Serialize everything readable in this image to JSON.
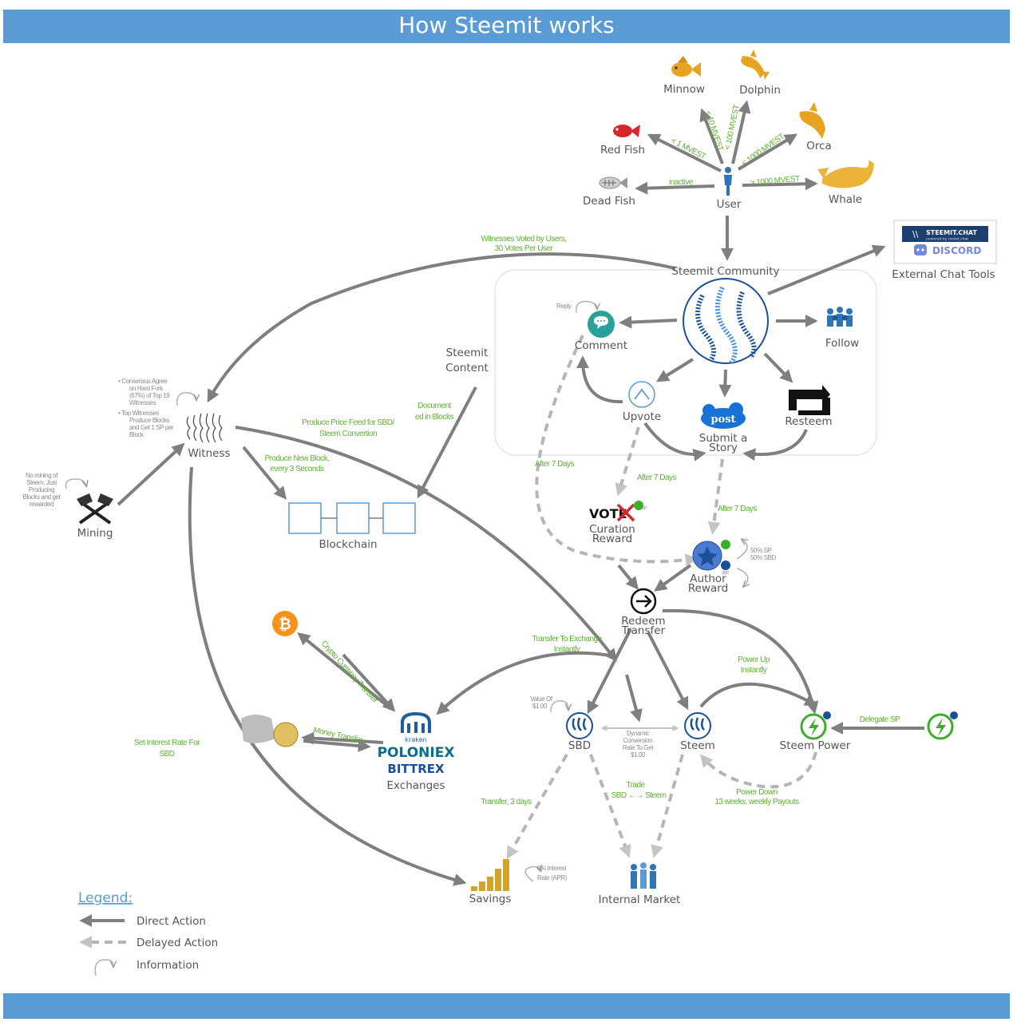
{
  "title": "How Steemit works",
  "nodes": {
    "minnow": "Minnow",
    "dolphin": "Dolphin",
    "red_fish": "Red Fish",
    "orca": "Orca",
    "dead_fish": "Dead Fish",
    "user": "User",
    "whale": "Whale",
    "steemit_community": "Steemit Community",
    "external_chat_tools": "External Chat Tools",
    "comment": "Comment",
    "follow": "Follow",
    "steemit_content_1": "Steemit",
    "steemit_content_2": "Content",
    "upvote": "Upvote",
    "resteem": "Resteem",
    "submit_story_1": "Submit a",
    "submit_story_2": "Story",
    "witness": "Witness",
    "mining": "Mining",
    "blockchain": "Blockchain",
    "curation_reward_1": "Curation",
    "curation_reward_2": "Reward",
    "author_reward_1": "Author",
    "author_reward_2": "Reward",
    "redeem_transfer_1": "Redeem",
    "redeem_transfer_2": "Transfer",
    "exchanges": "Exchanges",
    "sbd": "SBD",
    "steem": "Steem",
    "steem_power": "Steem Power",
    "savings": "Savings",
    "internal_market": "Internal Market"
  },
  "logos": {
    "steemit_chat": "STEEMIT.CHAT",
    "steemit_chat_sub": "powered by rocket.chat",
    "discord": "DISCORD",
    "post": "post",
    "vote": "VOTE",
    "kraken": "kraken",
    "poloniex": "POLONIEX",
    "bittrex": "BITTREX"
  },
  "edge_labels": {
    "lt1mvest": "< 1 MVEST",
    "lt10mvest": "< 10 MVEST",
    "lt100mvest": "< 100 MVEST",
    "lt1000mvest": "< 1000 MVEST",
    "gt1000mvest": "> 1000 MVEST",
    "inactive": "inactive",
    "witness_voted_1": "Witnesses Voted by Users,",
    "witness_voted_2": "30 Votes Per User",
    "document_1": "Document",
    "document_2": "ed in Blocks",
    "price_feed_1": "Produce Price Feed for SBD/",
    "price_feed_2": "Steem Convertion",
    "new_block_1": "Produce New Block,",
    "new_block_2": "every 3 Seconds",
    "after7_comment": "After 7 Days",
    "after7_upvote": "After 7 Days",
    "after7_story": "After 7 Days",
    "transfer_exchange_1": "Transfer To Exchange",
    "transfer_exchange_2": "Instantly",
    "crypto_transfer": "Crypto Currency Transfer",
    "money_transfer": "Money Transfer",
    "power_up_1": "Power Up",
    "power_up_2": "Instantly",
    "delegate_sp": "Delegate SP",
    "interest_1": "Set Interest Rate For",
    "interest_2": "SBD",
    "transfer_3days": "Transfer, 3 days",
    "trade_1": "Trade",
    "trade_2": "SBD ←→ Steem",
    "power_down_1": "Power Down",
    "power_down_2": "13 weeks, weekly Payouts"
  },
  "info_labels": {
    "reply": "Reply",
    "consensus": [
      "• Consensus Agree",
      "on Hard Fork",
      "(67%) of Top 19",
      "Witnesses",
      "• Top Witnesses",
      "Produce Blocks",
      "and Get 1 SP per",
      "Block"
    ],
    "no_mining": [
      "No mining of",
      "Steem, Just",
      "Producing",
      "Blocks and get",
      "rewarded"
    ],
    "sp_split": [
      "50% SP",
      "50% SBD"
    ],
    "sp_tag": "SP",
    "sbd_tag": "SBD",
    "value_of": [
      "Value Of",
      "$1.00"
    ],
    "dynamic_conv": [
      "Dynamic",
      "Conversion",
      "Rate To Get",
      "$1.00"
    ],
    "interest_rate": [
      "0% Interest",
      "Rate (APR)"
    ]
  },
  "legend": {
    "title": "Legend:",
    "direct": "Direct Action",
    "delayed": "Delayed Action",
    "information": "Information"
  },
  "colors": {
    "banner": "#5b9bd5",
    "arrow": "#7f7f7f",
    "edge_label": "#5cb130",
    "steem_blue": "#1a5099"
  }
}
